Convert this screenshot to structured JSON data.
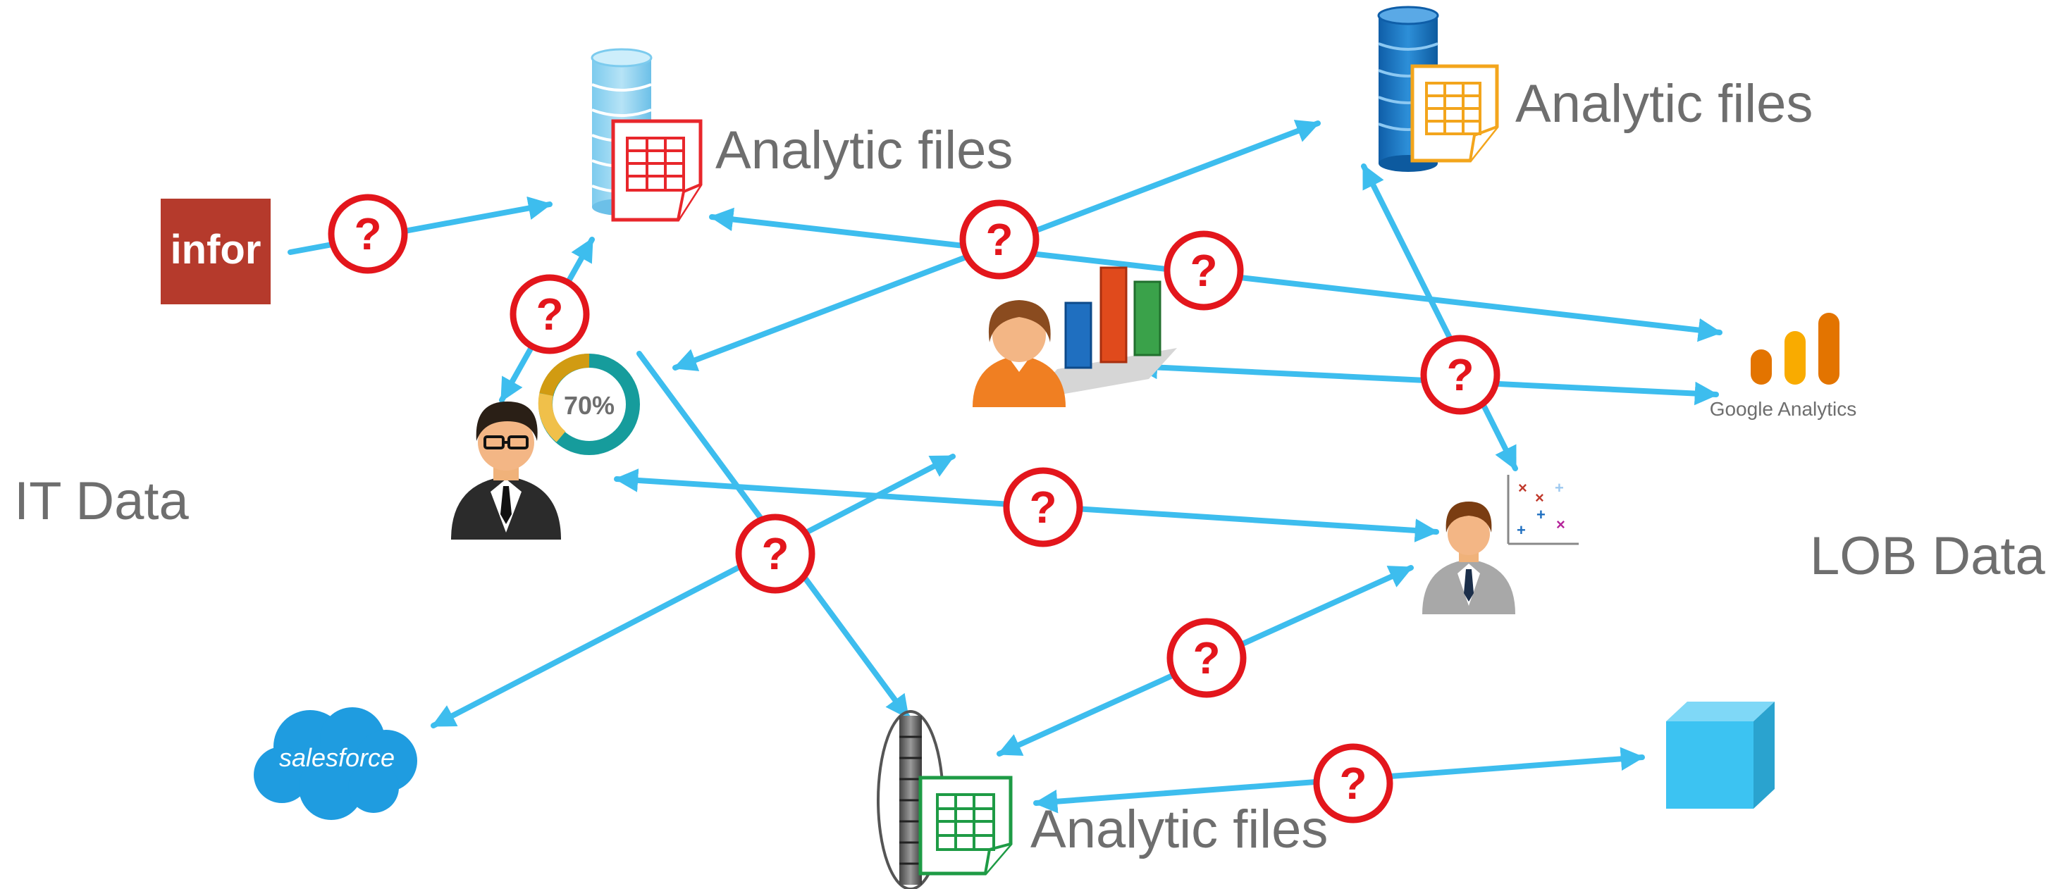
{
  "labels": {
    "it_data": "IT Data",
    "lob_data": "LOB Data",
    "analytic_files_top": "Analytic files",
    "analytic_files_right": "Analytic files",
    "analytic_files_bottom": "Analytic files"
  },
  "logos": {
    "infor": "infor",
    "salesforce": "salesforce",
    "google_analytics": "Google Analytics"
  },
  "badges": {
    "donut_percent": "70%",
    "question_mark": "?"
  },
  "colors": {
    "arrow": "#3dbdee",
    "question_ring": "#e3161c",
    "infor": "#b53a2c",
    "salesforce": "#1f9ce0",
    "google_analytics": "#f5a623",
    "cube": "#3cc3f2",
    "db_top_left": "#8fd3f0",
    "db_top_right": "#1f77c2",
    "file_red": "#e8262b",
    "file_orange": "#f3a51c",
    "file_green": "#1e9b45",
    "donut_ring": "#169c9c",
    "donut_segment": "#d19b12"
  },
  "icons": [
    "database-icon",
    "spreadsheet-file-icon",
    "infor-logo",
    "salesforce-logo",
    "google-analytics-logo",
    "cube-icon",
    "person-icon",
    "bar-chart-icon",
    "donut-chart-icon",
    "scatter-plot-icon",
    "question-mark-icon",
    "arrow-icon"
  ]
}
